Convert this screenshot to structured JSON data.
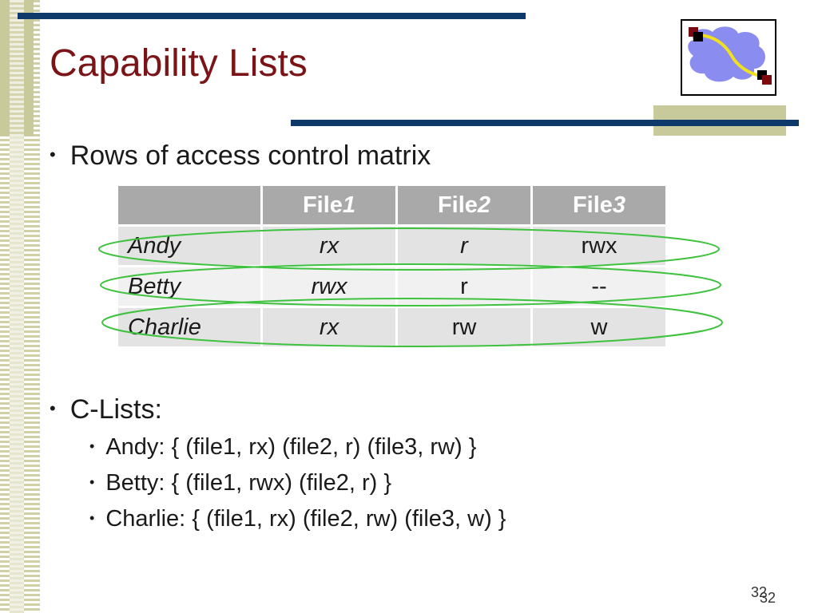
{
  "slide": {
    "title": "Capability Lists",
    "bullets": [
      "Rows of access control matrix",
      "C-Lists:"
    ],
    "sub_bullets": [
      "Andy: { (file1, rx) (file2, r) (file3, rw) }",
      "Betty: { (file1, rwx) (file2, r) }",
      "Charlie: { (file1, rx) (file2, rw) (file3, w) }"
    ],
    "page_number": "32",
    "page_number_duplicate": "32"
  },
  "matrix": {
    "columns": [
      {
        "base": "File",
        "index": "1"
      },
      {
        "base": "File",
        "index": "2"
      },
      {
        "base": "File",
        "index": "3"
      }
    ],
    "rows": [
      {
        "name": "Andy",
        "cells": [
          "rx",
          "r",
          "rwx"
        ]
      },
      {
        "name": "Betty",
        "cells": [
          "rwx",
          "r",
          "--"
        ]
      },
      {
        "name": "Charlie",
        "cells": [
          "rx",
          "rw",
          "w"
        ]
      }
    ]
  },
  "colors": {
    "title": "#7b1416",
    "rule": "#0e3a6b",
    "olive": "#c9ca9b",
    "oval": "#3fc23f",
    "cloud": "#8a8cf0",
    "path": "#f0e020",
    "node": "#7a0a10"
  }
}
